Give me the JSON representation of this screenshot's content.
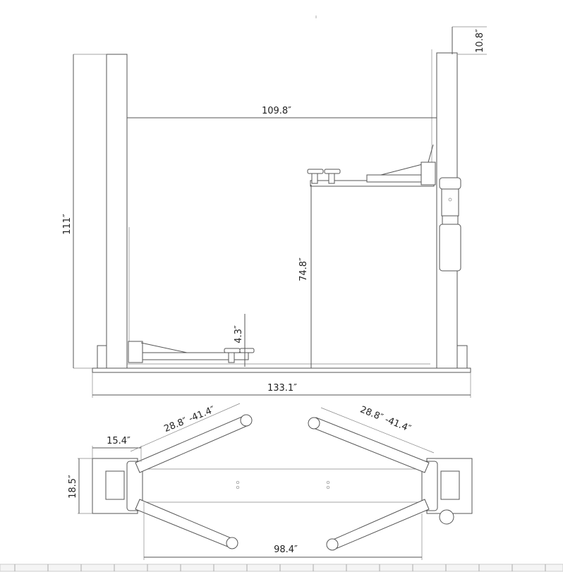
{
  "elevation_view": {
    "total_height": "111″",
    "top_extension": "10.8″",
    "inner_width": "109.8″",
    "max_lift_height": "74.8″",
    "min_pad_height": "4.3″",
    "overall_width": "133.1″"
  },
  "plan_view": {
    "base_plate_width": "15.4″",
    "base_plate_depth": "18.5″",
    "arm_reach_left": "28.8″  -41.4″",
    "arm_reach_right": "28.8″  -41.4″",
    "drive_through_width": "98.4″"
  },
  "colors": {
    "line": "#555555",
    "background": "#ffffff"
  }
}
